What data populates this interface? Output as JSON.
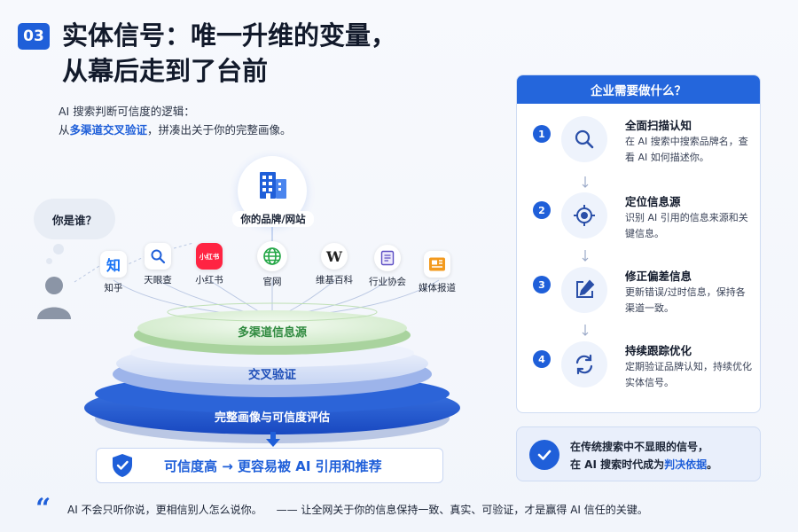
{
  "header": {
    "badge": "03",
    "title_line1": "实体信号：唯一升维的变量，",
    "title_line2": "从幕后走到了台前"
  },
  "intro": {
    "line1": "AI 搜索判断可信度的逻辑：",
    "prefix": "从",
    "highlight": "多渠道交叉验证",
    "suffix": "，拼凑出关于你的完整画像。"
  },
  "diagram": {
    "question": "你是谁？",
    "brand_label": "你的品牌/网站",
    "channels": [
      {
        "label": "知乎",
        "glyph": "知",
        "color": "#1772f6"
      },
      {
        "label": "天眼查",
        "glyph": "search",
        "color": "#1f5fd9"
      },
      {
        "label": "小红书",
        "glyph": "小红书",
        "color": "#ff2442"
      },
      {
        "label": "官网",
        "glyph": "globe",
        "color": "#22a645"
      },
      {
        "label": "维基百科",
        "glyph": "W",
        "color": "#222222"
      },
      {
        "label": "行业协会",
        "glyph": "doc",
        "color": "#5d4fc4"
      },
      {
        "label": "媒体报道",
        "glyph": "news",
        "color": "#f39a1e"
      }
    ],
    "layers": [
      "多渠道信息源",
      "交叉验证",
      "完整画像与可信度评估"
    ],
    "result": "可信度高 → 更容易被 AI 引用和推荐"
  },
  "panel": {
    "title": "企业需要做什么？",
    "steps": [
      {
        "num": "1",
        "icon": "search-icon",
        "title": "全面扫描认知",
        "desc": "在 AI 搜索中搜索品牌名，查看 AI 如何描述你。"
      },
      {
        "num": "2",
        "icon": "target-icon",
        "title": "定位信息源",
        "desc": "识别 AI 引用的信息来源和关键信息。"
      },
      {
        "num": "3",
        "icon": "edit-icon",
        "title": "修正偏差信息",
        "desc": "更新错误/过时信息，保持各渠道一致。"
      },
      {
        "num": "4",
        "icon": "refresh-icon",
        "title": "持续跟踪优化",
        "desc": "定期验证品牌认知，持续优化实体信号。"
      }
    ]
  },
  "note": {
    "line1": "在传统搜索中不显眼的信号，",
    "line2_prefix": "在 AI 搜索时代成为",
    "line2_highlight": "判决依据",
    "line2_suffix": "。"
  },
  "footer": {
    "quote_mark": "“",
    "text1": "AI 不会只听你说，更相信别人怎么说你。",
    "text2": "—— 让全网关于你的信息保持一致、真实、可验证，才是赢得 AI 信任的关键。"
  },
  "colors": {
    "accent": "#1f5fd9",
    "green": "#2f9d4a"
  }
}
